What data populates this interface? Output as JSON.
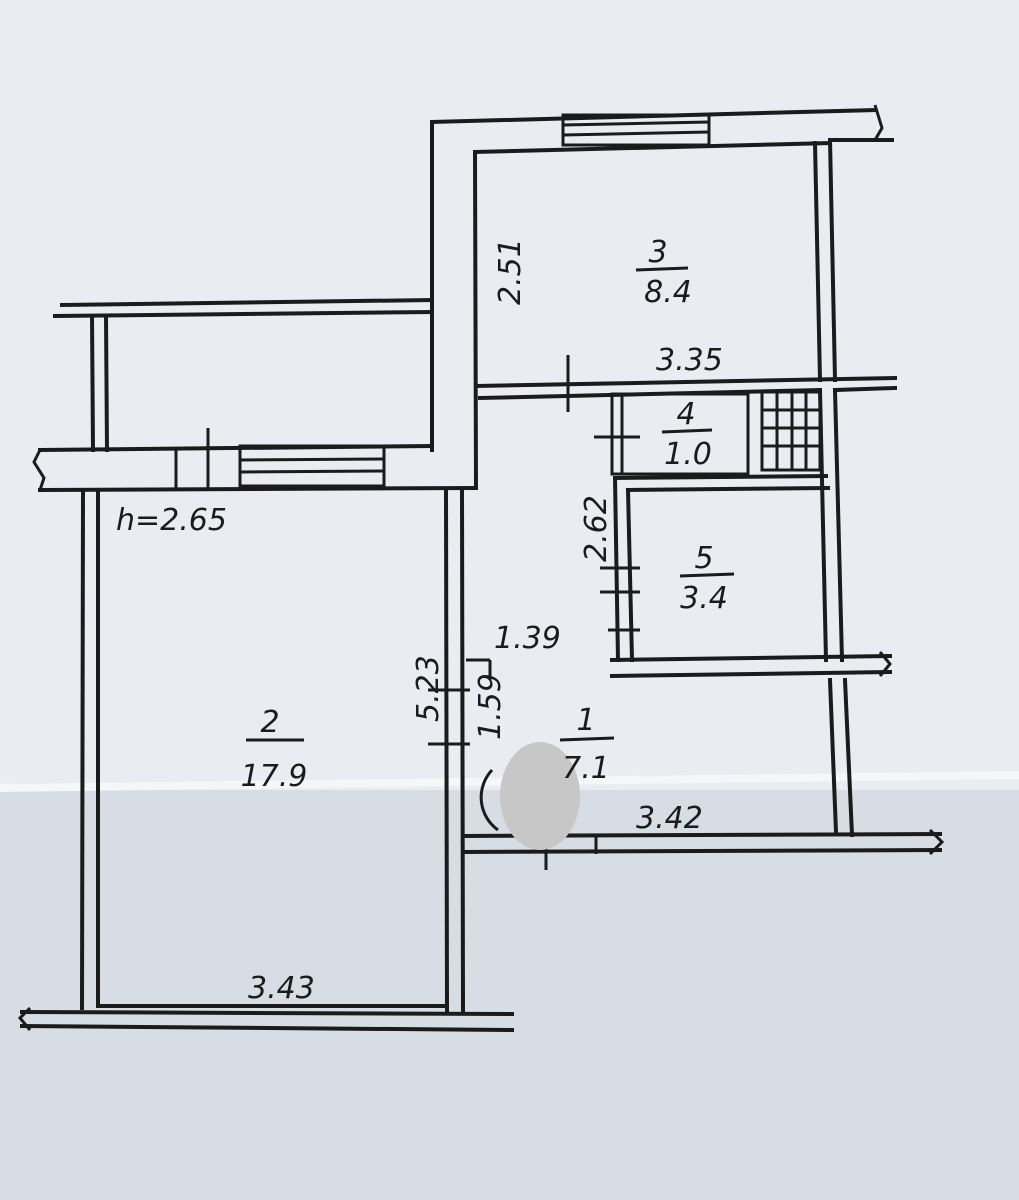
{
  "plan": {
    "ceiling_height": "h=2.65",
    "rooms": [
      {
        "number": "1",
        "area": "7.1"
      },
      {
        "number": "2",
        "area": "17.9"
      },
      {
        "number": "3",
        "area": "8.4"
      },
      {
        "number": "4",
        "area": "1.0"
      },
      {
        "number": "5",
        "area": "3.4"
      }
    ],
    "dimensions": {
      "room3_height": "2.51",
      "room3_width": "3.35",
      "room5_height": "2.62",
      "corridor_width": "1.39",
      "corridor_depth": "1.59",
      "room2_height": "5.23",
      "room2_width": "3.43",
      "room1_width": "3.42"
    }
  },
  "privacy_blur": {
    "color": "#c7c7c7"
  }
}
